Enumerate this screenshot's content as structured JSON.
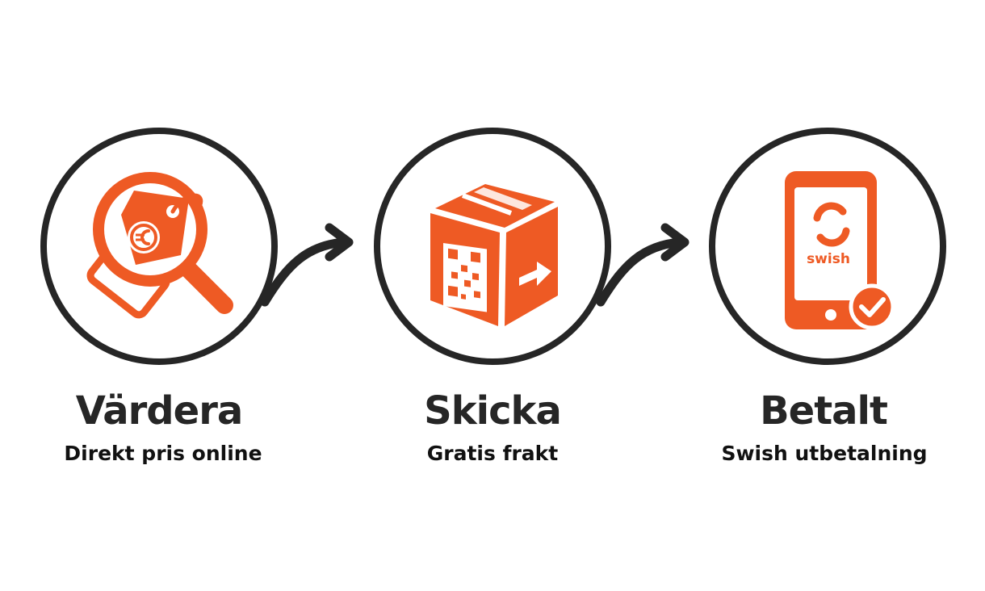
{
  "colors": {
    "accent": "#ee5a24",
    "outline": "#262626",
    "background": "#ffffff"
  },
  "steps": [
    {
      "title": "Värdera",
      "subtitle": "Direkt pris online",
      "icon": "magnifier-price-tag-icon"
    },
    {
      "title": "Skicka",
      "subtitle": "Gratis frakt",
      "icon": "qr-shipping-box-icon"
    },
    {
      "title": "Betalt",
      "subtitle": "Swish utbetalning",
      "icon": "swish-phone-check-icon",
      "icon_text": "swish"
    }
  ]
}
